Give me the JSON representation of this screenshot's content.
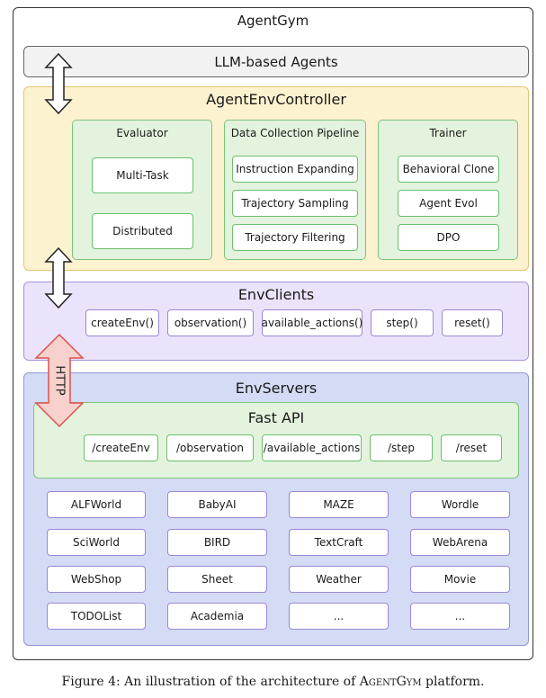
{
  "title": "AgentGym",
  "agents_layer": "LLM-based Agents",
  "controller": {
    "title": "AgentEnvController",
    "panels": [
      {
        "title": "Evaluator",
        "items": [
          "Multi-Task",
          "Distributed"
        ]
      },
      {
        "title": "Data Collection Pipeline",
        "items": [
          "Instruction Expanding",
          "Trajectory Sampling",
          "Trajectory Filtering"
        ]
      },
      {
        "title": "Trainer",
        "items": [
          "Behavioral Clone",
          "Agent Evol",
          "DPO"
        ]
      }
    ]
  },
  "clients": {
    "title": "EnvClients",
    "methods": [
      "createEnv()",
      "observation()",
      "available_actions()",
      "step()",
      "reset()"
    ]
  },
  "http_label": "HTTP",
  "servers": {
    "title": "EnvServers",
    "fastapi": {
      "title": "Fast API",
      "routes": [
        "/createEnv",
        "/observation",
        "/available_actions",
        "/step",
        "/reset"
      ]
    },
    "envs": [
      "ALFWorld",
      "BabyAI",
      "MAZE",
      "Wordle",
      "SciWorld",
      "BIRD",
      "TextCraft",
      "WebArena",
      "WebShop",
      "Sheet",
      "Weather",
      "Movie",
      "TODOList",
      "Academia",
      "...",
      "..."
    ]
  },
  "caption": {
    "prefix": "Figure 4:   An illustration of the architecture of ",
    "name": "AgentGym",
    "suffix": " platform."
  },
  "colors": {
    "controller_bg": "#fdf2cf",
    "panel_bg": "#e3f3dd",
    "clients_bg": "#ebe3fb",
    "servers_bg": "#d4dbf4",
    "http_arrow": "#f8d0cc"
  }
}
